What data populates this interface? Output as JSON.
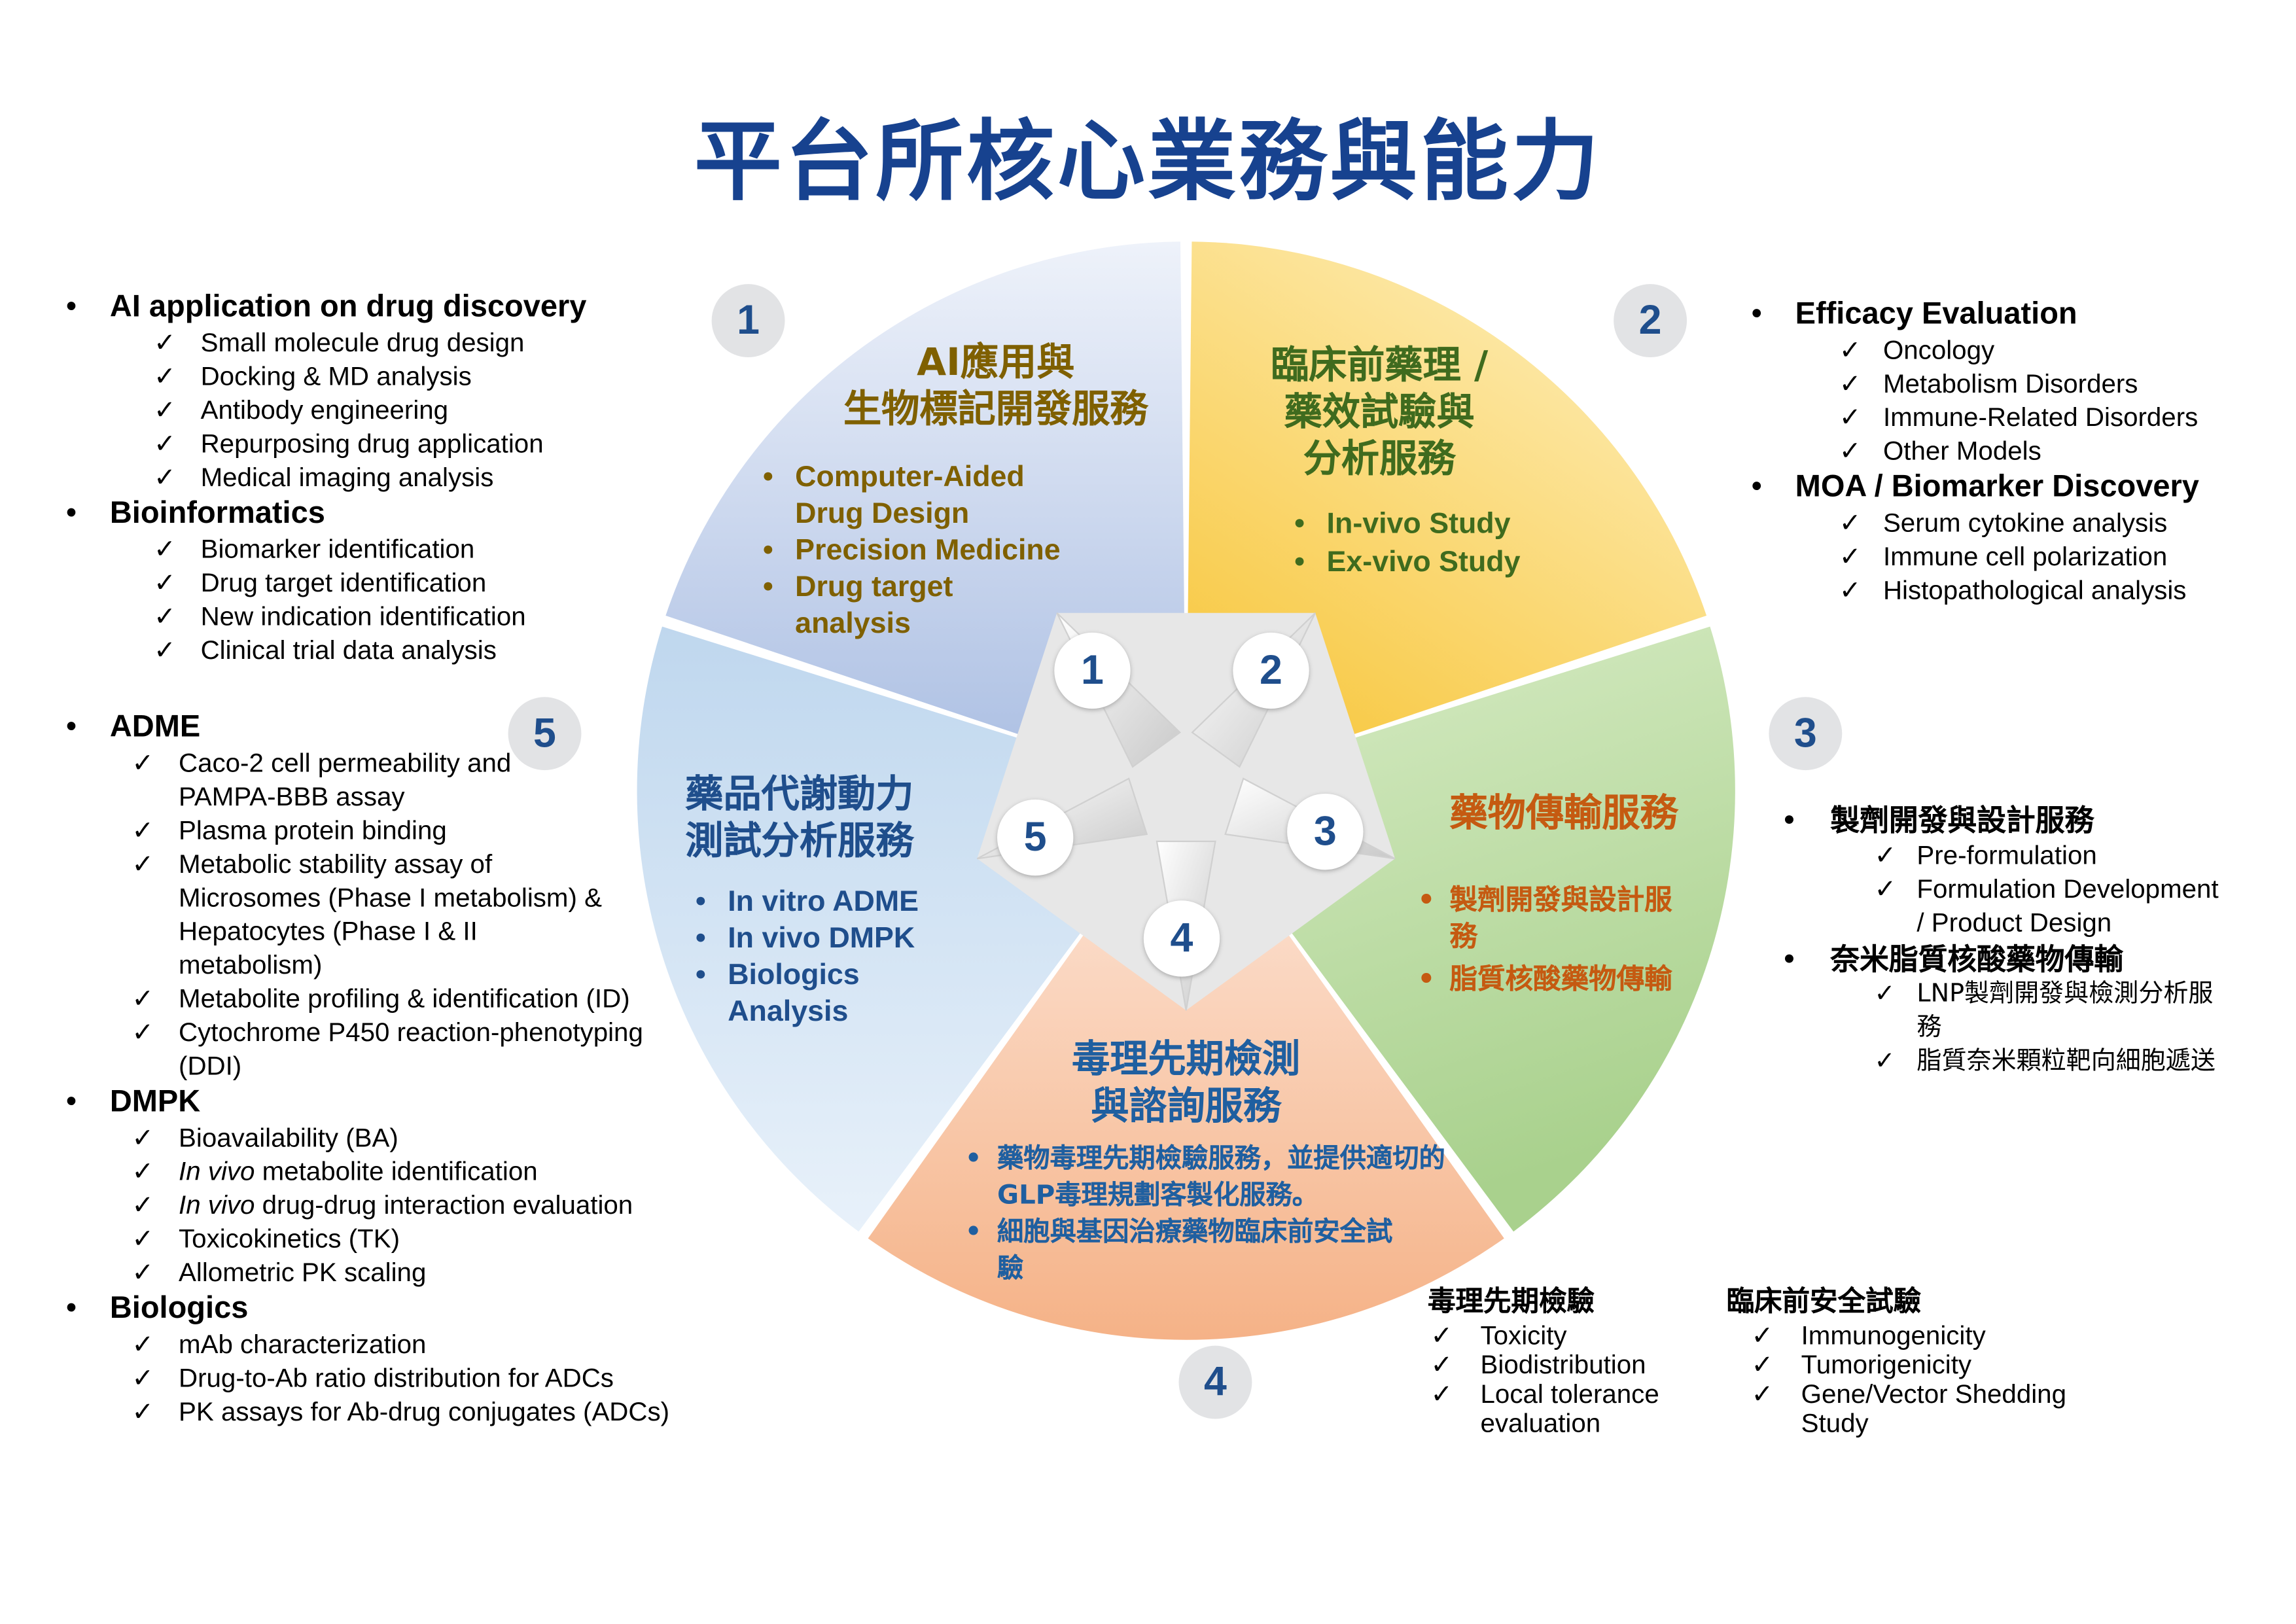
{
  "title": "平台所核心業務與能力",
  "colors": {
    "title": "#17428f",
    "sector1_text": "#7f6000",
    "sector2_text": "#3f6b1e",
    "sector3_text": "#c55a11",
    "sector4_text": "#1f5fa0",
    "sector5_text": "#1f4e8c",
    "badge_bg": "#e2e3e5",
    "badge_text": "#1f4e8c"
  },
  "badges": [
    "1",
    "2",
    "3",
    "4",
    "5"
  ],
  "sectors": [
    {
      "title_lines": [
        "AI應用與",
        "生物標記開發服務"
      ],
      "items": [
        "Computer-Aided Drug Design",
        "Precision Medicine",
        "Drug target analysis"
      ]
    },
    {
      "title_lines": [
        "臨床前藥理 /",
        "藥效試驗與",
        "分析服務"
      ],
      "items": [
        "In-vivo Study",
        "Ex-vivo Study"
      ]
    },
    {
      "title_lines": [
        "藥物傳輸服務"
      ],
      "items": [
        "製劑開發與設計服務",
        "脂質核酸藥物傳輸"
      ]
    },
    {
      "title_lines": [
        "毒理先期檢測",
        "與諮詢服務"
      ],
      "items": [
        "藥物毒理先期檢驗服務，並提供適切的GLP毒理規劃客製化服務。",
        "細胞與基因治療藥物臨床前安全試驗"
      ]
    },
    {
      "title_lines": [
        "藥品代謝動力",
        "測試分析服務"
      ],
      "items": [
        "In vitro ADME",
        "In vivo DMPK",
        "Biologics Analysis"
      ]
    }
  ],
  "panel1": [
    {
      "heading": "AI application on drug discovery",
      "items": [
        "Small molecule drug design",
        "Docking & MD analysis",
        "Antibody engineering",
        "Repurposing drug application",
        "Medical imaging analysis"
      ]
    },
    {
      "heading": "Bioinformatics",
      "items": [
        "Biomarker identification",
        "Drug target identification",
        "New indication identification",
        "Clinical trial data analysis"
      ]
    }
  ],
  "panel2": [
    {
      "heading": "Efficacy Evaluation",
      "items": [
        "Oncology",
        "Metabolism Disorders",
        "Immune-Related Disorders",
        "Other Models"
      ]
    },
    {
      "heading": "MOA / Biomarker Discovery",
      "items": [
        "Serum cytokine analysis",
        "Immune cell polarization",
        "Histopathological analysis"
      ]
    }
  ],
  "panel3": [
    {
      "heading": "製劑開發與設計服務",
      "items": [
        "Pre-formulation",
        "Formulation Development / Product Design"
      ]
    },
    {
      "heading": "奈米脂質核酸藥物傳輸",
      "items": [
        "LNP製劑開發與檢測分析服務",
        "脂質奈米顆粒靶向細胞遞送"
      ]
    }
  ],
  "panel5": [
    {
      "heading": "ADME",
      "items": [
        "Caco-2 cell permeability and PAMPA-BBB assay",
        "Plasma protein binding",
        "Metabolic stability assay of Microsomes (Phase I metabolism) & Hepatocytes (Phase I & II metabolism)",
        "Metabolite profiling & identification (ID)",
        "Cytochrome P450 reaction-phenotyping (DDI)"
      ]
    },
    {
      "heading": "DMPK",
      "items": [
        "Bioavailability (BA)",
        "In vivo metabolite identification",
        "In vivo drug-drug interaction evaluation",
        "Toxicokinetics (TK)",
        "Allometric PK scaling"
      ]
    },
    {
      "heading": "Biologics",
      "items": [
        "mAb characterization",
        "Drug-to-Ab ratio distribution for ADCs",
        "PK assays for Ab-drug conjugates (ADCs)"
      ]
    }
  ],
  "panel4": [
    {
      "heading": "毒理先期檢驗",
      "items": [
        "Toxicity",
        "Biodistribution",
        "Local tolerance evaluation"
      ]
    },
    {
      "heading": "臨床前安全試驗",
      "items": [
        "Immunogenicity",
        "Tumorigenicity",
        "Gene/Vector Shedding Study"
      ]
    }
  ],
  "italic_phrase": "In vivo",
  "check": "✓"
}
